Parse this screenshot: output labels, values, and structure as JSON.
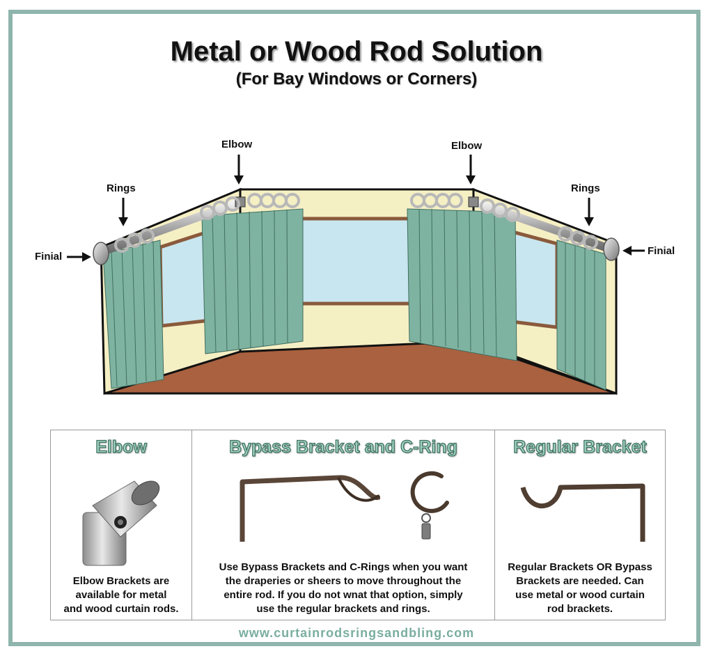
{
  "header": {
    "title": "Metal or Wood Rod Solution",
    "subtitle": "(For Bay Windows or Corners)"
  },
  "callouts": {
    "elbow_left": "Elbow",
    "elbow_right": "Elbow",
    "rings_left": "Rings",
    "rings_right": "Rings",
    "finial_left": "Finial",
    "finial_right": "Finial"
  },
  "panels": [
    {
      "title": "Elbow",
      "description_lines": [
        "Elbow Brackets are",
        "available for metal",
        "and wood curtain rods."
      ]
    },
    {
      "title": "Bypass Bracket and C-Ring",
      "description_lines": [
        "Use Bypass Brackets and C-Rings when you want",
        "the draperies or sheers to move throughout the",
        "entire rod.  If you do not wnat that option, simply",
        "use the regular brackets and rings."
      ]
    },
    {
      "title": "Regular Bracket",
      "description_lines": [
        "Regular Brackets OR Bypass",
        "Brackets are needed.  Can",
        "use metal or wood curtain",
        "rod brackets."
      ]
    }
  ],
  "footer": {
    "url": "www.curtainrodsringsandbling.com"
  },
  "colors": {
    "frame": "#8fb5ac",
    "wall": "#f5efc4",
    "glass": "#c8e6ef",
    "floor": "#a9613f",
    "curtain": "#7fb3a1",
    "trim": "#8a5a3c",
    "accent_title": "#9fd2bf"
  }
}
